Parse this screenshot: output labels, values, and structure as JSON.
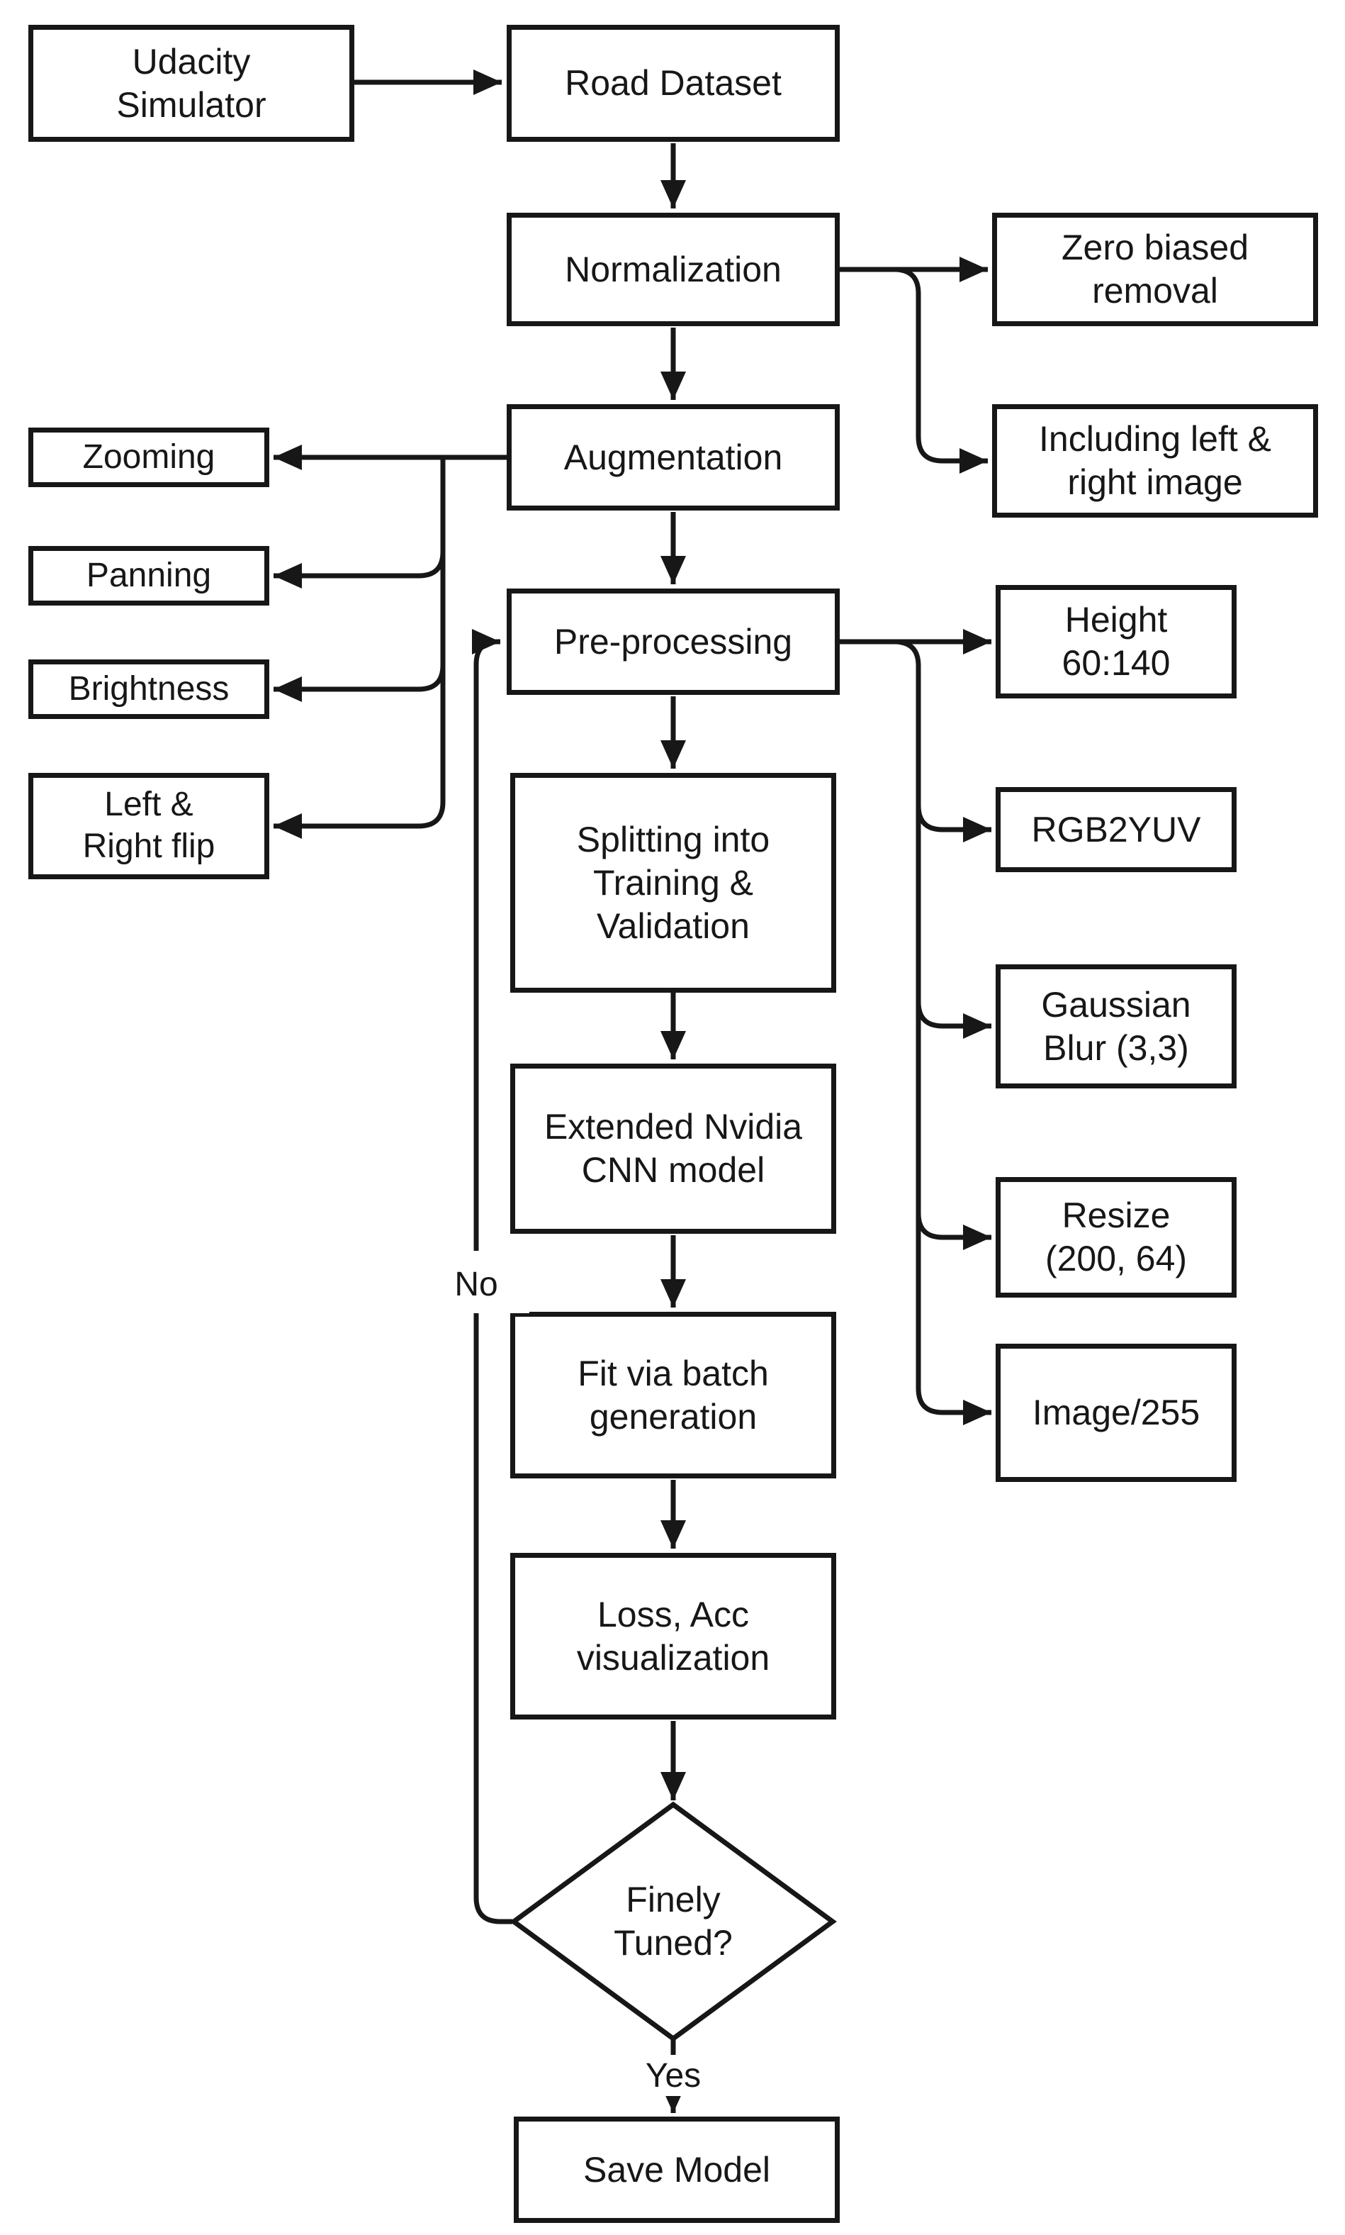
{
  "diagram": {
    "type": "flowchart",
    "colors": {
      "line": "#171717",
      "box_bg": "#ffffff",
      "page_bg": "#ffffff"
    },
    "nodes": {
      "udacity_simulator": {
        "label": "Udacity\nSimulator"
      },
      "road_dataset": {
        "label": "Road Dataset"
      },
      "normalization": {
        "label": "Normalization"
      },
      "zero_biased_removal": {
        "label": "Zero biased\nremoval"
      },
      "augmentation": {
        "label": "Augmentation"
      },
      "including_left_right": {
        "label": "Including left &\nright image"
      },
      "zooming": {
        "label": "Zooming"
      },
      "panning": {
        "label": "Panning"
      },
      "brightness": {
        "label": "Brightness"
      },
      "left_right_flip": {
        "label": "Left &\nRight flip"
      },
      "pre_processing": {
        "label": "Pre-processing"
      },
      "height_crop": {
        "label": "Height\n60:140"
      },
      "splitting": {
        "label": "Splitting into\nTraining &\nValidation"
      },
      "rgb2yuv": {
        "label": "RGB2YUV"
      },
      "gaussian_blur": {
        "label": "Gaussian\nBlur (3,3)"
      },
      "extended_nvidia_cnn": {
        "label": "Extended Nvidia\nCNN model"
      },
      "resize": {
        "label": "Resize\n(200, 64)"
      },
      "fit_batch_generation": {
        "label": "Fit via batch\ngeneration"
      },
      "image_255": {
        "label": "Image/255"
      },
      "loss_acc_visualization": {
        "label": "Loss, Acc\nvisualization"
      },
      "finely_tuned": {
        "label": "Finely\nTuned?"
      },
      "save_model": {
        "label": "Save Model"
      }
    },
    "edge_labels": {
      "yes": "Yes",
      "no": "No"
    }
  }
}
